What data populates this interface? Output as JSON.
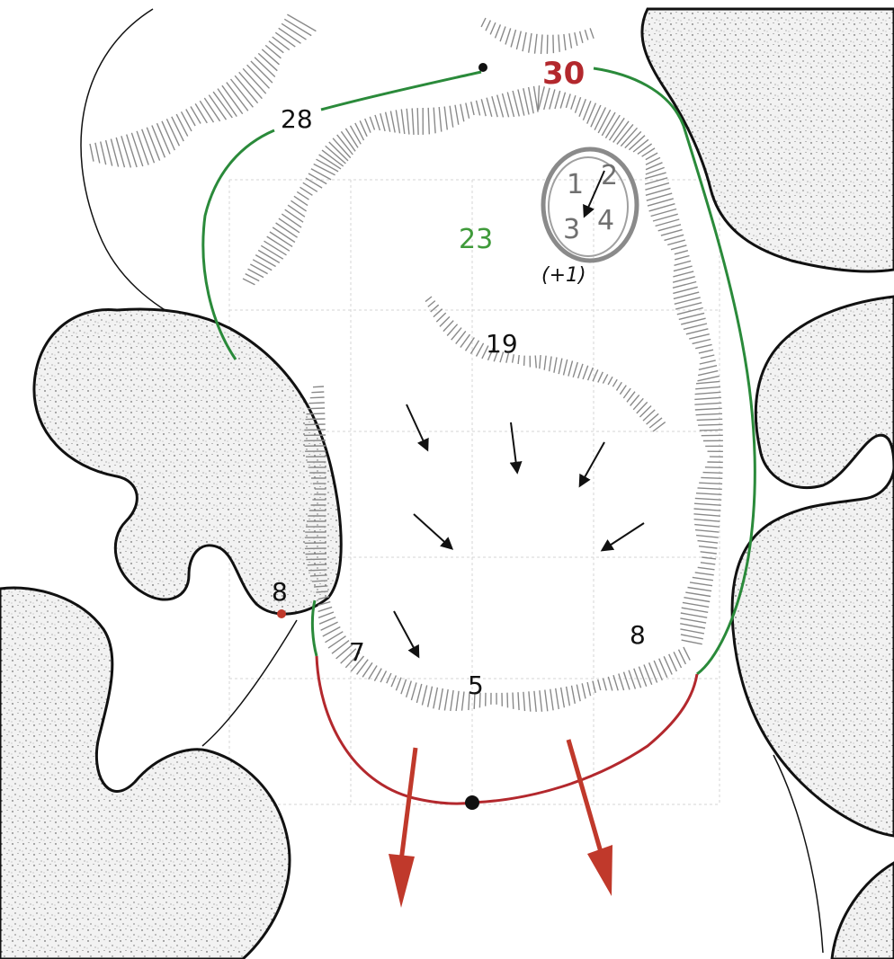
{
  "colors": {
    "land_fill": "#eeeeee",
    "land_stroke": "#111111",
    "green_line": "#2a8a3a",
    "red_line": "#b3282d",
    "hachure": "#8a8a8a",
    "grid": "#cfcfcf",
    "text": "#111111",
    "label_green": "#3f9a3a",
    "label_red": "#b3282d"
  },
  "labels": {
    "top_thirty": "30",
    "top_left_twenty_eight": "28",
    "center_green_twenty_three": "23",
    "center_nineteen": "19",
    "left_eight": "8",
    "right_eight": "8",
    "seven": "7",
    "five": "5",
    "plus_one": "(+1)",
    "badge_digits": [
      "1",
      "2",
      "3",
      "4"
    ]
  },
  "icons": {
    "flow_arrows": "arrow-icon",
    "outflow_arrows": "red-arrow-icon",
    "sequence_badge": "circled-number-icon"
  }
}
